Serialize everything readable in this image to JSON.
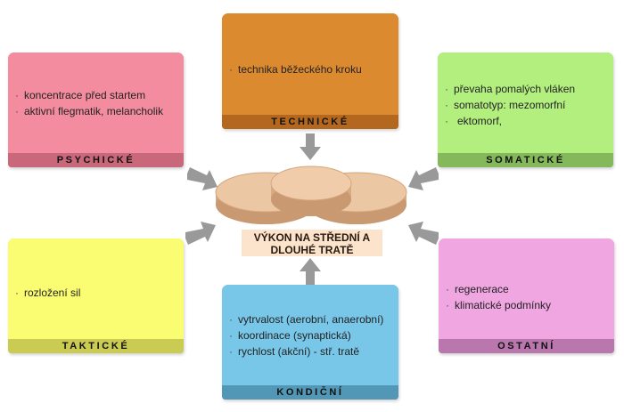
{
  "diagram": {
    "center": {
      "line1": "VÝKON NA STŘEDNÍ A",
      "line2": "DLOUHÉ TRATĚ"
    },
    "boxes": {
      "technicke": {
        "title": "TECHNICKÉ",
        "items": [
          "technika běžeckého kroku"
        ]
      },
      "psychicke": {
        "title": "PSYCHICKÉ",
        "items": [
          "koncentrace před startem",
          "aktivní flegmatik, melancholik"
        ]
      },
      "somaticke": {
        "title": "SOMATICKÉ",
        "items": [
          "převaha pomalých vláken",
          "somatotyp: mezomorfní",
          "ektomorf,"
        ]
      },
      "takticke": {
        "title": "TAKTICKÉ",
        "items": [
          "rozložení sil"
        ]
      },
      "kondicni": {
        "title": "KONDIČNÍ",
        "items": [
          "vytrvalost (aerobní, anaerobní)",
          "koordinace (synaptická)",
          "rychlost (akční) - stř. tratě"
        ]
      },
      "ostatni": {
        "title": "OSTATNÍ",
        "items": [
          "regenerace",
          "klimatické podmínky"
        ]
      }
    },
    "colors": {
      "technicke_body": "#dc8a2f",
      "technicke_bar": "#b4681f",
      "psychicke_body": "#f48ca0",
      "psychicke_bar": "#c8687a",
      "somaticke_body": "#b2ef7e",
      "somaticke_bar": "#84b85a",
      "takticke_body": "#fafc72",
      "takticke_bar": "#c9cb52",
      "kondicni_body": "#79c7e8",
      "kondicni_bar": "#5297b5",
      "ostatni_body": "#f0a6e1",
      "ostatni_bar": "#b977ad",
      "arrow": "#999999",
      "coin": "#ecc7a3",
      "coin_edge": "#c99a72"
    }
  }
}
